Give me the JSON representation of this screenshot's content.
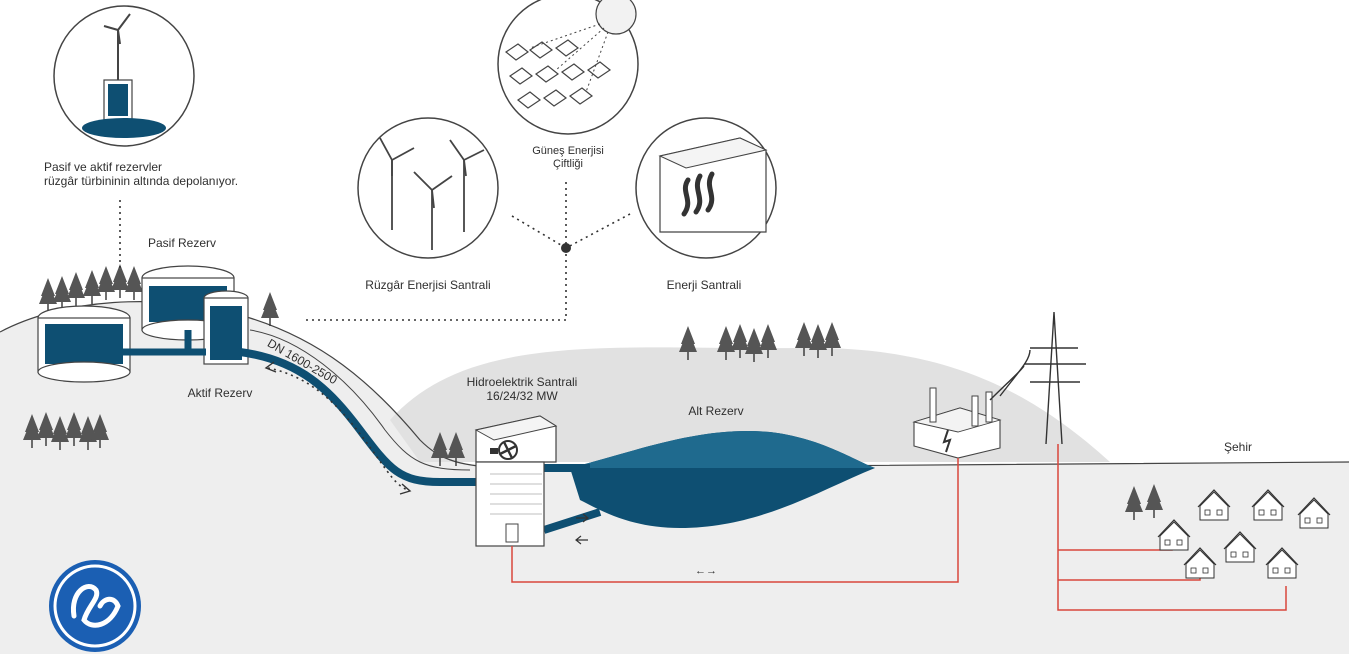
{
  "labels": {
    "wind_storage_caption_line1": "Pasif ve aktif rezervler",
    "wind_storage_caption_line2": "rüzgâr türbininin altında depolanıyor.",
    "solar_farm_line1": "Güneş Enerjisi",
    "solar_farm_line2": "Çiftliği",
    "wind_plant": "Rüzgâr Enerjisi Santrali",
    "power_plant": "Enerji Santrali",
    "passive_reservoir": "Pasif Rezerv",
    "active_reservoir": "Aktif Rezerv",
    "pipe_spec": "DN 1600-2500",
    "hydro_plant_line1": "Hidroelektrik Santrali",
    "hydro_plant_line2": "16/24/32 MW",
    "lower_reservoir": "Alt Rezerv",
    "city": "Şehir",
    "flow_arrows": "←→"
  },
  "colors": {
    "water": "#0e4f72",
    "water_light": "#1f6a8e",
    "power_line": "#d9463b",
    "ground": "#eeeeee",
    "hill": "#e2e2e2",
    "outline": "#3a3a3a"
  },
  "icons": {
    "logo": "ge-logo-icon",
    "turbine": "turbine-fan-icon",
    "lightning": "lightning-icon"
  }
}
